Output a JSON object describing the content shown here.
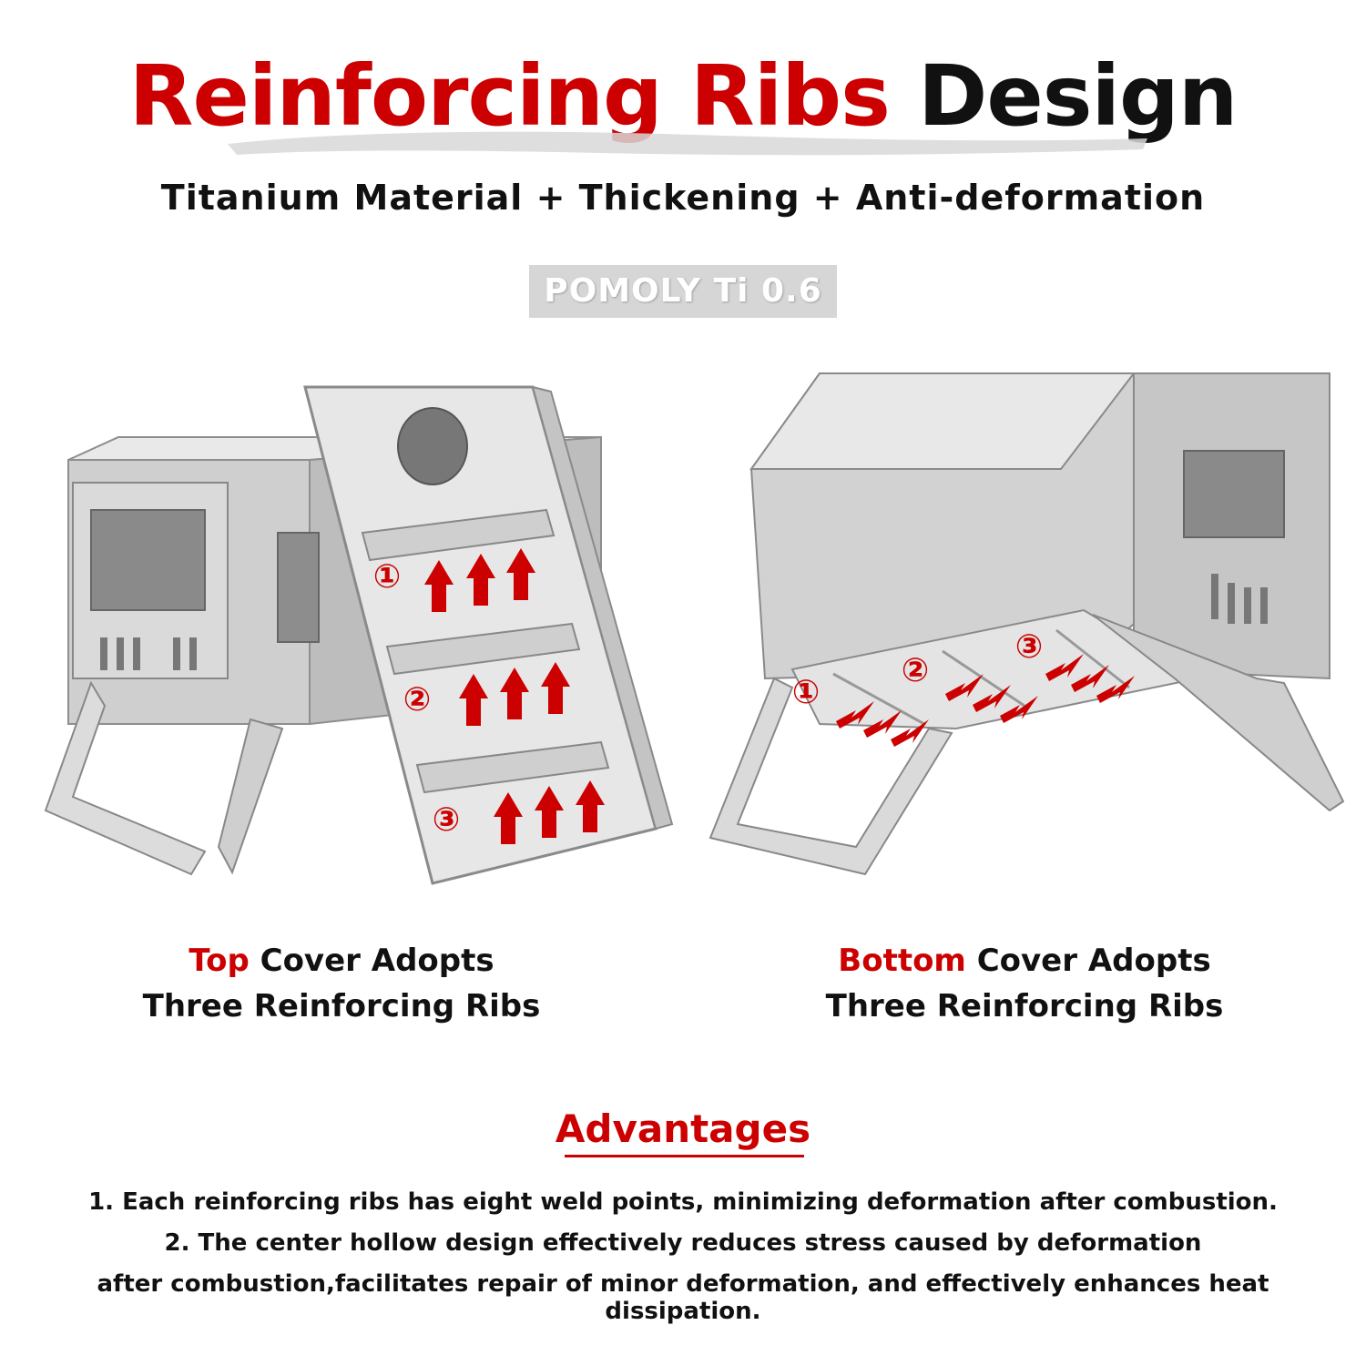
{
  "header": {
    "title_red": "Reinforcing Ribs",
    "title_black": "Design",
    "subtitle": "Titanium Material + Thickening + Anti-deformation",
    "badge": "POMOLY Ti 0.6"
  },
  "left_panel": {
    "markers": [
      "①",
      "②",
      "③"
    ],
    "caption_red": "Top",
    "caption_line1_rest": " Cover Adopts",
    "caption_line2": "Three Reinforcing Ribs"
  },
  "right_panel": {
    "markers": [
      "①",
      "②",
      "③"
    ],
    "caption_red": "Bottom",
    "caption_line1_rest": " Cover Adopts",
    "caption_line2": "Three Reinforcing Ribs"
  },
  "advantages": {
    "title": "Advantages",
    "line1": "1. Each reinforcing ribs has eight weld points, minimizing deformation after combustion.",
    "line2": "2. The center hollow design effectively reduces stress caused by deformation",
    "line3": "after combustion,facilitates repair of minor deformation, and effectively enhances heat dissipation."
  },
  "colors": {
    "accent_red": "#cc0000",
    "metal_light": "#e6e6e6",
    "metal_mid": "#c9c9c9",
    "metal_dark": "#9a9a9a",
    "badge_bg": "#d6d6d6"
  }
}
